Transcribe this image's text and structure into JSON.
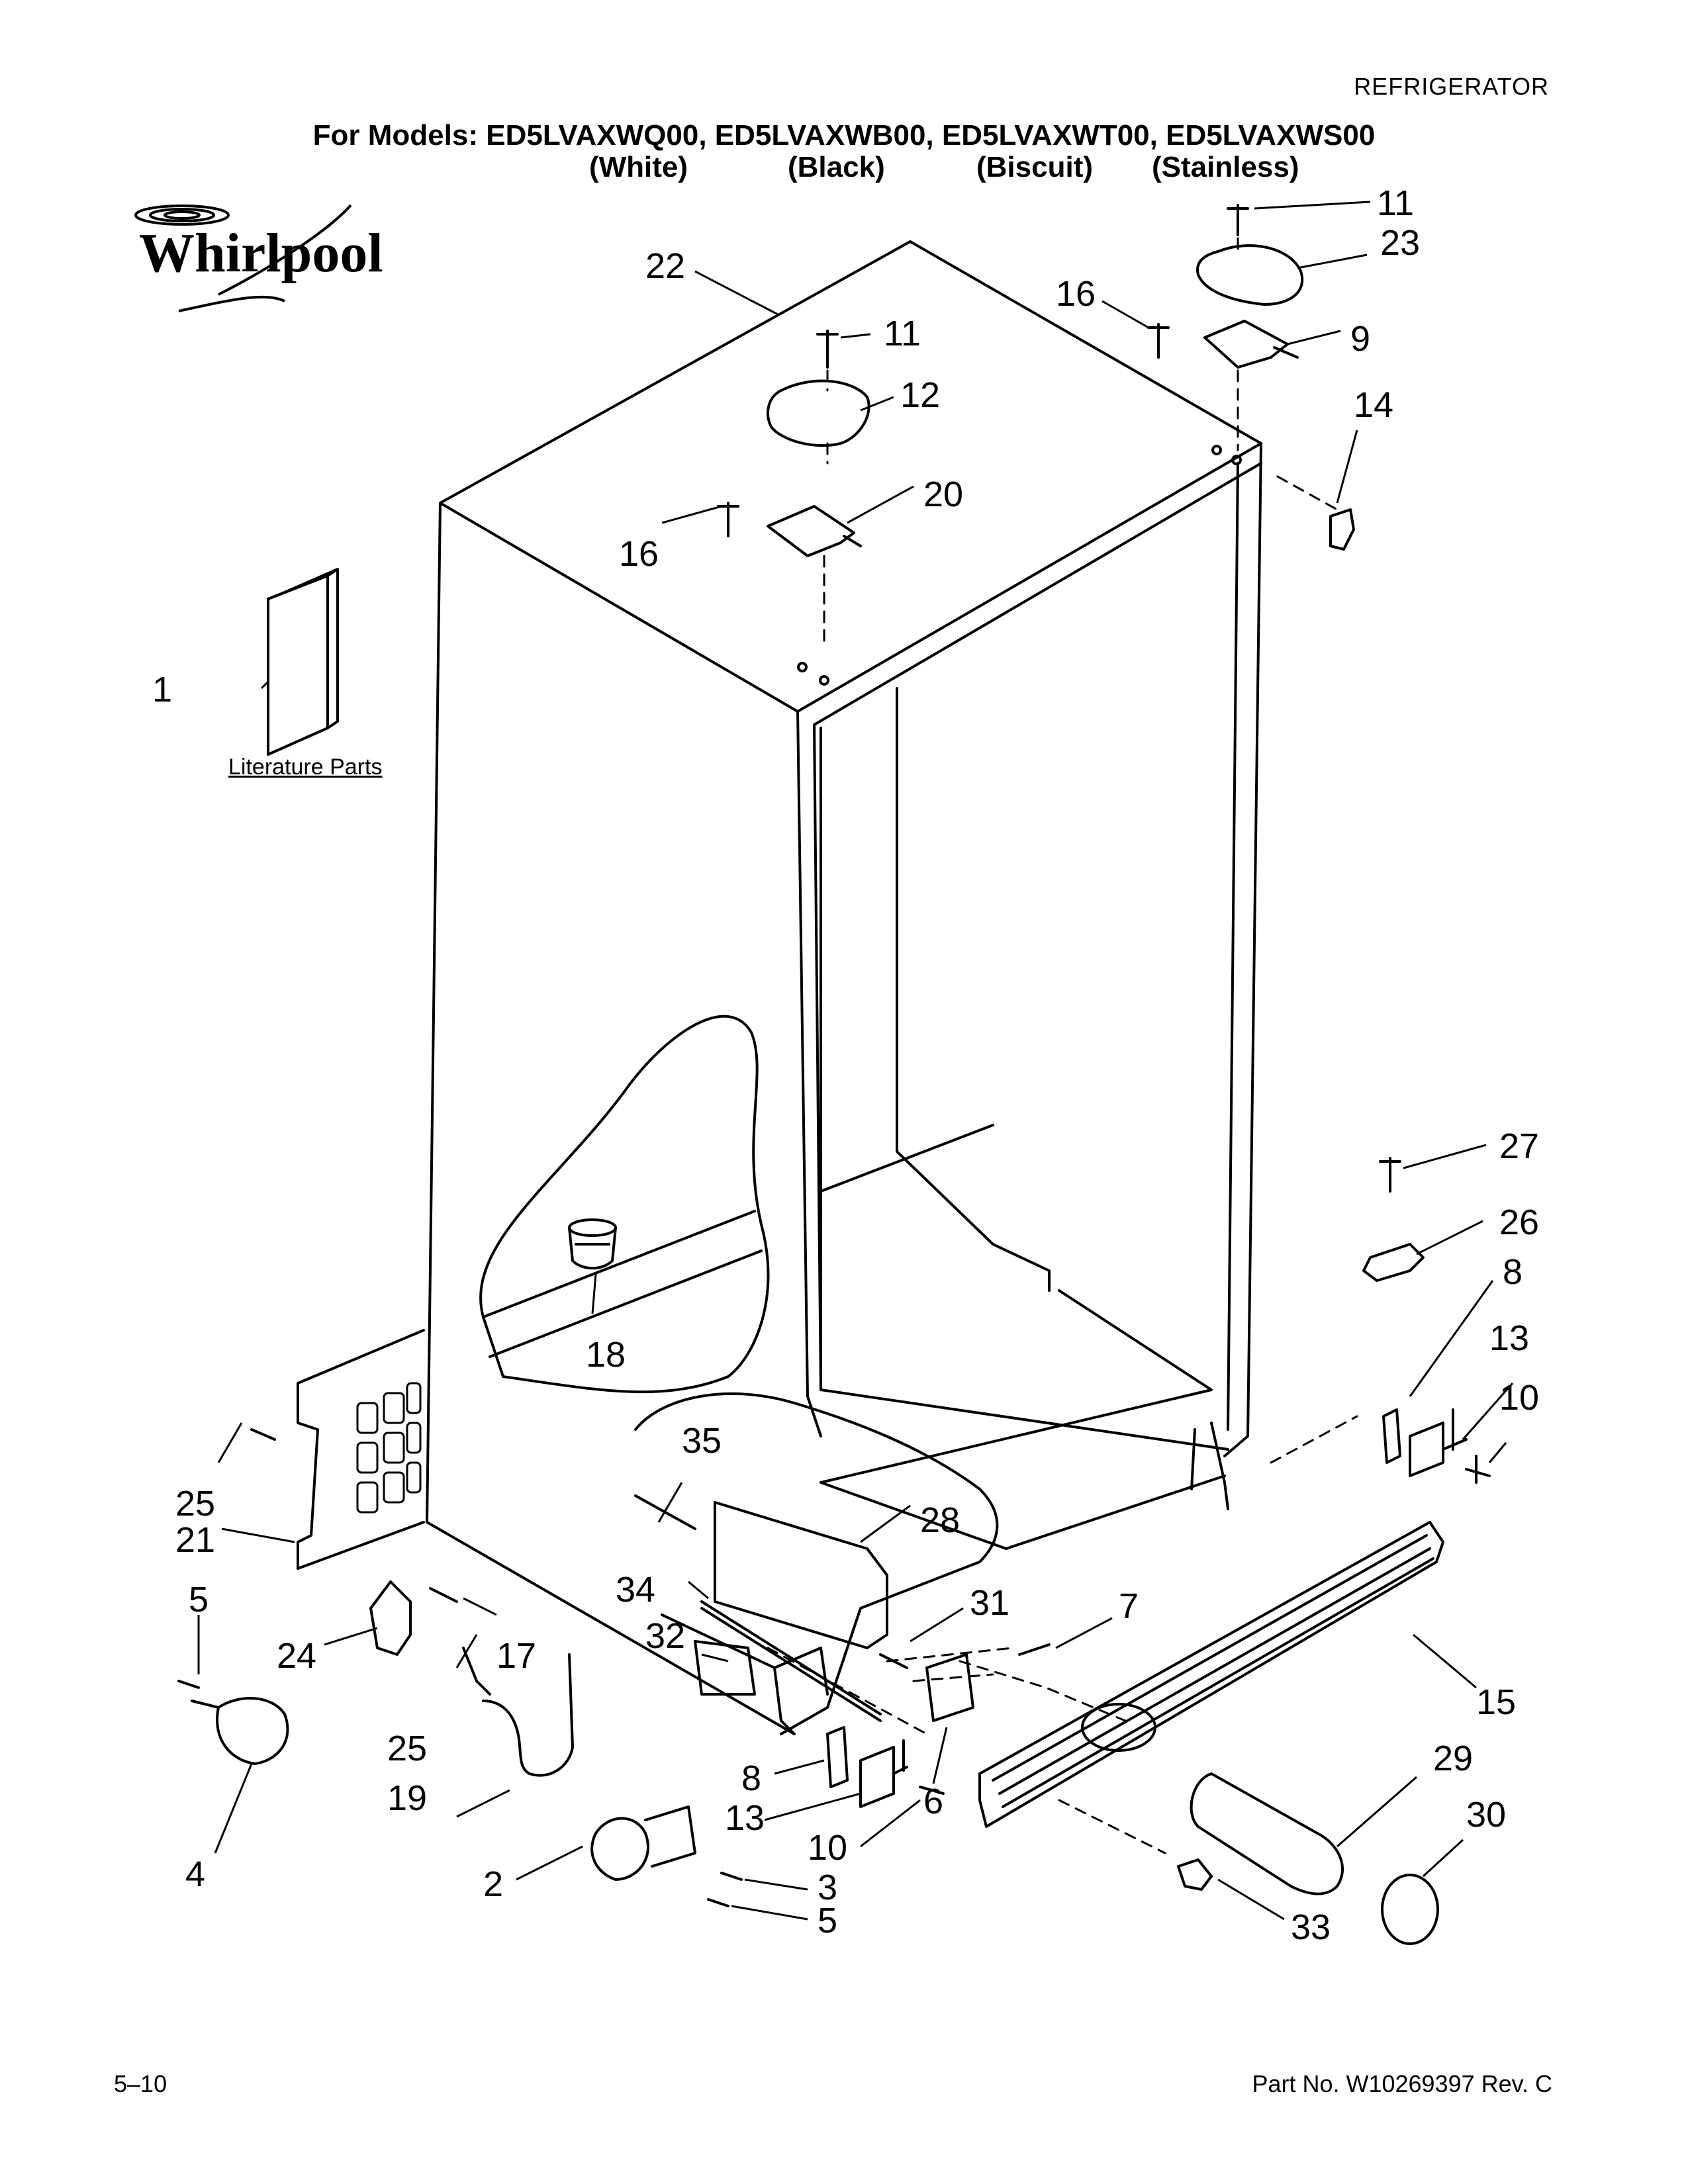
{
  "header": {
    "category": "REFRIGERATOR",
    "models_line": "For Models: ED5LVAXWQ00, ED5LVAXWB00, ED5LVAXWT00, ED5LVAXWS00",
    "colors": [
      "(White)",
      "(Black)",
      "(Biscuit)",
      "(Stainless)"
    ]
  },
  "brand": {
    "logo_text": "Whirlpool"
  },
  "literature_label": "Literature Parts",
  "footer": {
    "date_code": "5–10",
    "part_no": "Part No. W10269397 Rev. C"
  },
  "callouts": [
    "22",
    "11",
    "23",
    "16",
    "9",
    "14",
    "11",
    "12",
    "20",
    "16",
    "1",
    "18",
    "27",
    "26",
    "8",
    "13",
    "10",
    "25",
    "21",
    "5",
    "24",
    "17",
    "35",
    "28",
    "34",
    "32",
    "31",
    "7",
    "15",
    "29",
    "30",
    "25",
    "19",
    "8",
    "6",
    "13",
    "10",
    "4",
    "2",
    "3",
    "5",
    "33"
  ]
}
